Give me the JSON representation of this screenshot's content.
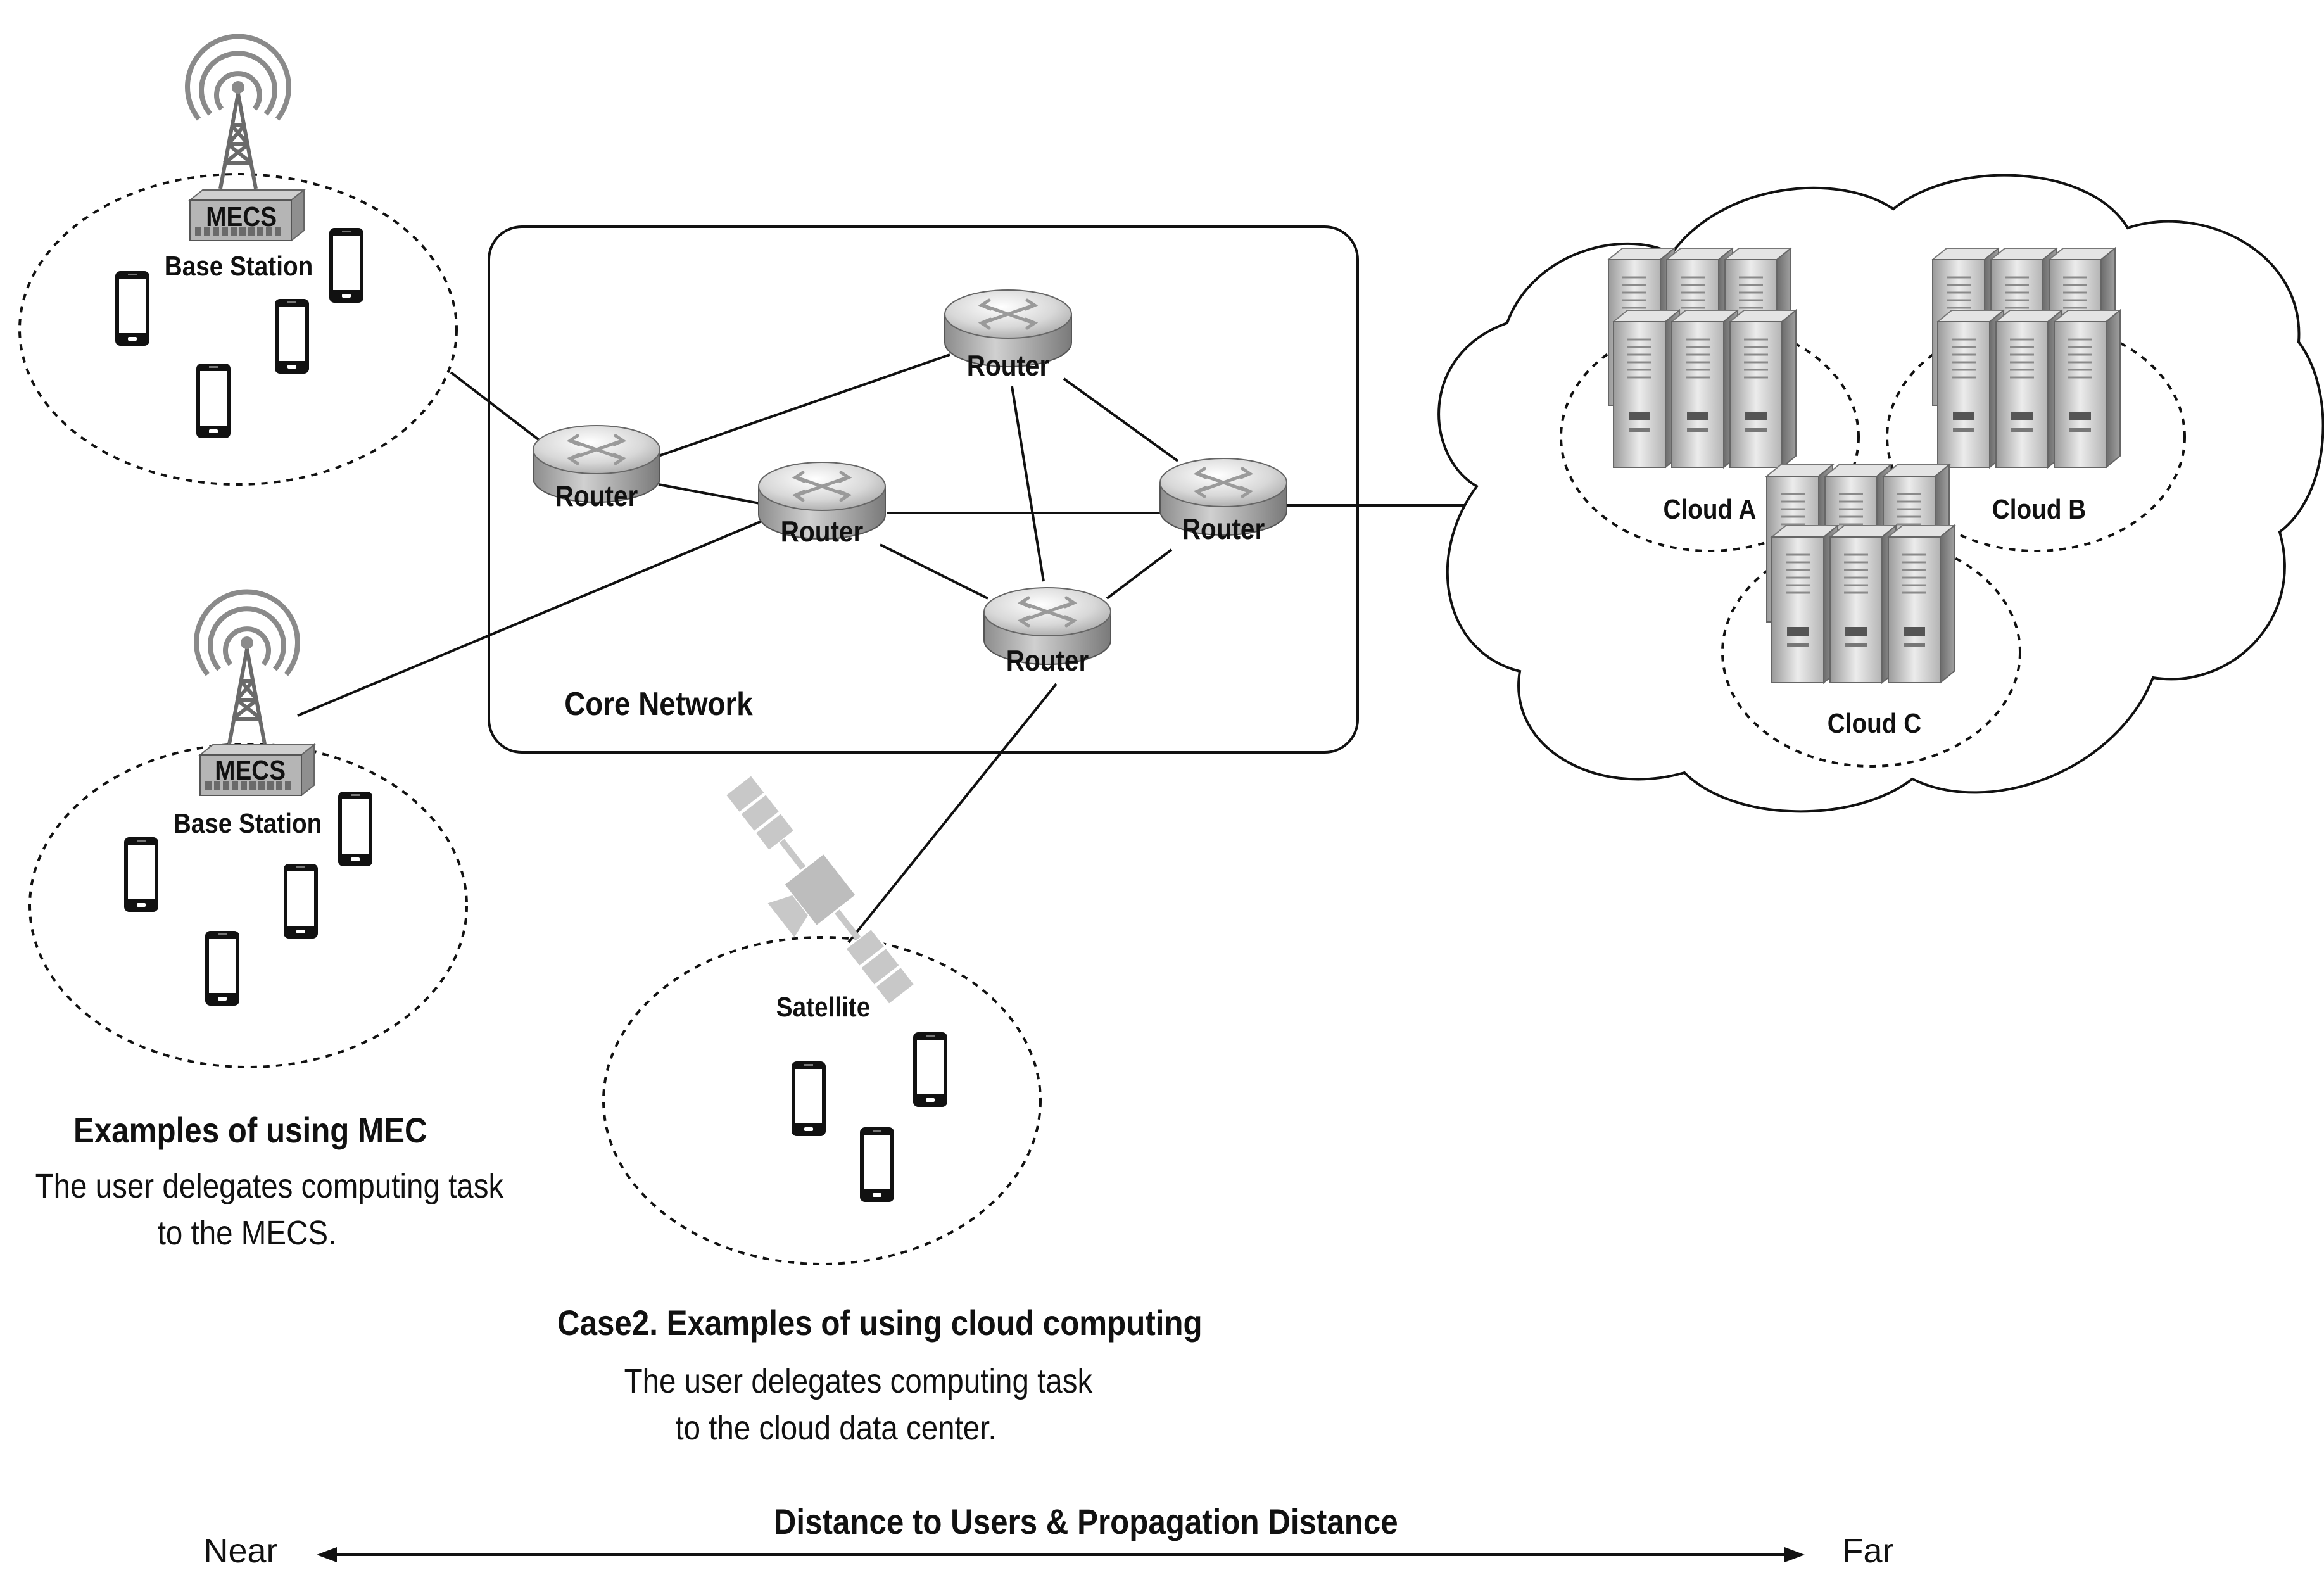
{
  "base_station_1": {
    "server_label": "MECS",
    "label": "Base Station"
  },
  "base_station_2": {
    "server_label": "MECS",
    "label": "Base Station"
  },
  "routers": [
    "Router",
    "Router",
    "Router",
    "Router",
    "Router"
  ],
  "core_network": {
    "label": "Core Network"
  },
  "clouds": [
    "Cloud A",
    "Cloud B",
    "Cloud C"
  ],
  "satellite": {
    "label": "Satellite"
  },
  "case_mec": {
    "title": "Examples of using MEC",
    "line1": "The user delegates computing task",
    "line2": "to the MECS."
  },
  "case_cloud": {
    "title": "Case2.  Examples of using cloud computing",
    "line1": "The user delegates computing task",
    "line2": "to the cloud data center."
  },
  "axis": {
    "title": "Distance to Users & Propagation Distance",
    "near": "Near",
    "far": "Far"
  },
  "icons": {
    "antenna": "antenna-tower-icon",
    "mecs": "mecs-server-icon",
    "phone": "smartphone-icon",
    "router": "router-icon",
    "server": "server-tower-icon",
    "satellite": "satellite-icon"
  }
}
